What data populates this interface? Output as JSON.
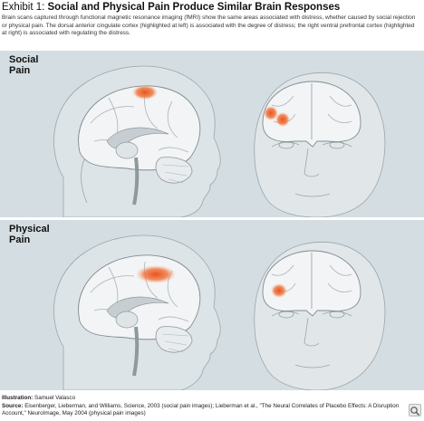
{
  "header": {
    "exhibit_label": "Exhibit 1: ",
    "title": "Social and Physical Pain Produce Similar Brain Responses",
    "caption": "Brain scans captured through functional magnetic resonance imaging (fMRI) show the same areas associated with distress, whether caused by social rejection or physical pain. The dorsal anterior cingulate cortex (highlighted at left) is associated with the degree of distress; the right ventral prefrontal cortex (highlighted at right) is associated with regulating the distress."
  },
  "panels": {
    "social": {
      "label_line1": "Social",
      "label_line2": "Pain"
    },
    "physical": {
      "label_line1": "Physical",
      "label_line2": "Pain"
    }
  },
  "footer": {
    "illustration_label": "Illustration:",
    "illustration_credit": " Samuel Valasco",
    "source_label": "Source:",
    "source_text": " Eisenberger, Lieberman, and Williams, Science, 2003 (social pain images); Lieberman et al., \"The Neural Correlates of Placebo Effects: A Disruption Account,\" NeuroImage, May 2004 (physical pain images)"
  },
  "colors": {
    "panel_background": "#d4dde1",
    "highlight": "#e8531f",
    "brain_fill": "#f2f4f5"
  },
  "icons": {
    "zoom": "magnifier-icon"
  }
}
